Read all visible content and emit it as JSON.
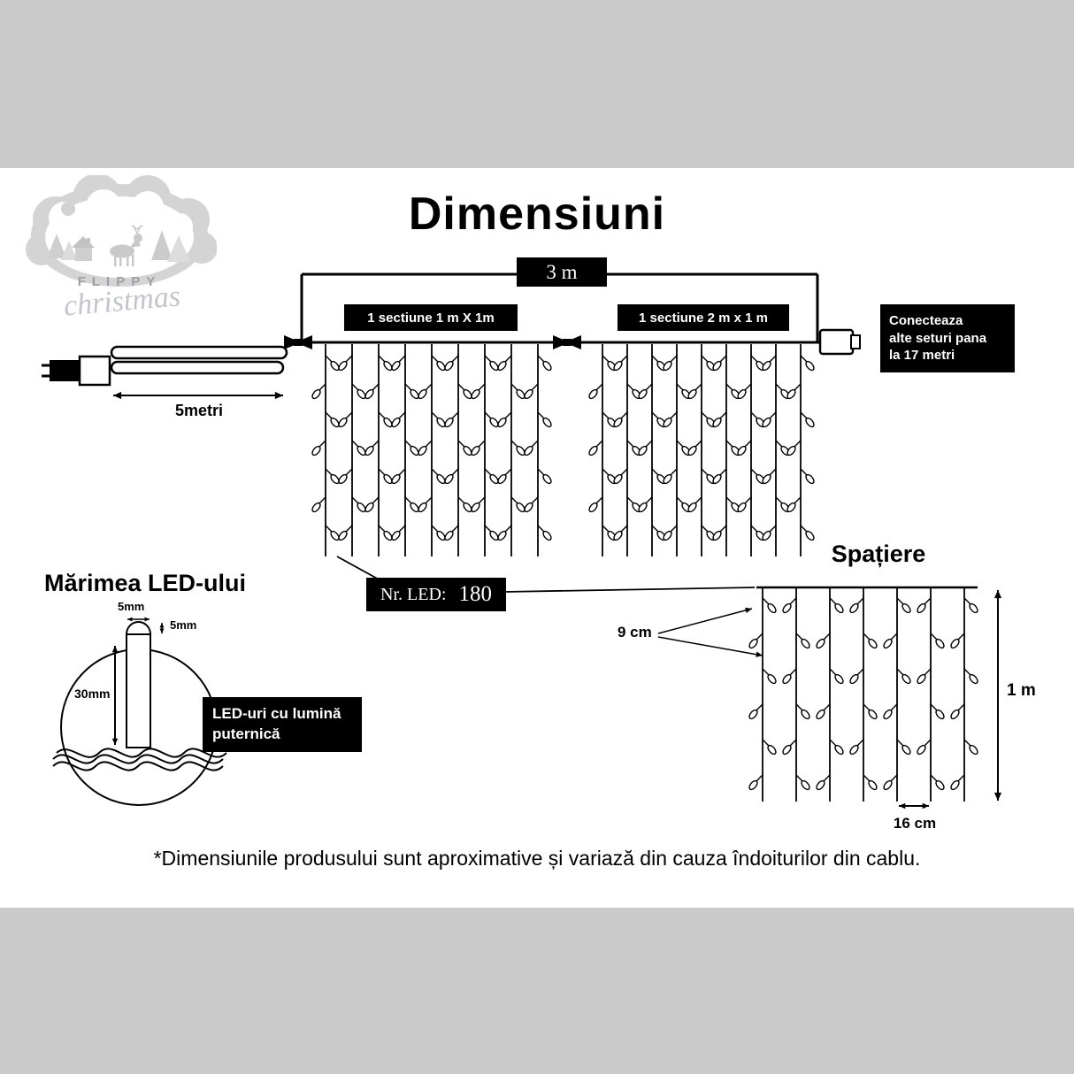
{
  "title": "Dimensiuni",
  "logo": {
    "brand": "FLIPPY",
    "script": "christmas"
  },
  "main_diagram": {
    "total_span_label": "3 m",
    "section1_label": "1 sectiune 1 m X 1m",
    "section2_label": "1 sectiune 2 m x 1 m",
    "connect_note_lines": [
      "Conecteaza",
      "alte seturi pana",
      "la 17 metri"
    ],
    "lead_label": "5metri",
    "led_count_label": "Nr. LED:",
    "led_count_value": "180",
    "curtain1_drops": 9,
    "curtain2_drops": 9,
    "leds_per_drop": 7
  },
  "spacing_diagram": {
    "title": "Spațiere",
    "vertical_gap_label": "9 cm",
    "height_label": "1 m",
    "horizontal_gap_label": "16 cm",
    "drops": 7,
    "leds_per_drop": 6
  },
  "led_size": {
    "title": "Mărimea LED-ului",
    "width_label": "5mm",
    "cap_height_label": "5mm",
    "body_length_label": "30mm",
    "note_lines": [
      "LED-uri cu lumină",
      "puternică"
    ]
  },
  "footnote": "*Dimensiunile produsului sunt aproximative și variază din cauza îndoiturilor din cablu."
}
